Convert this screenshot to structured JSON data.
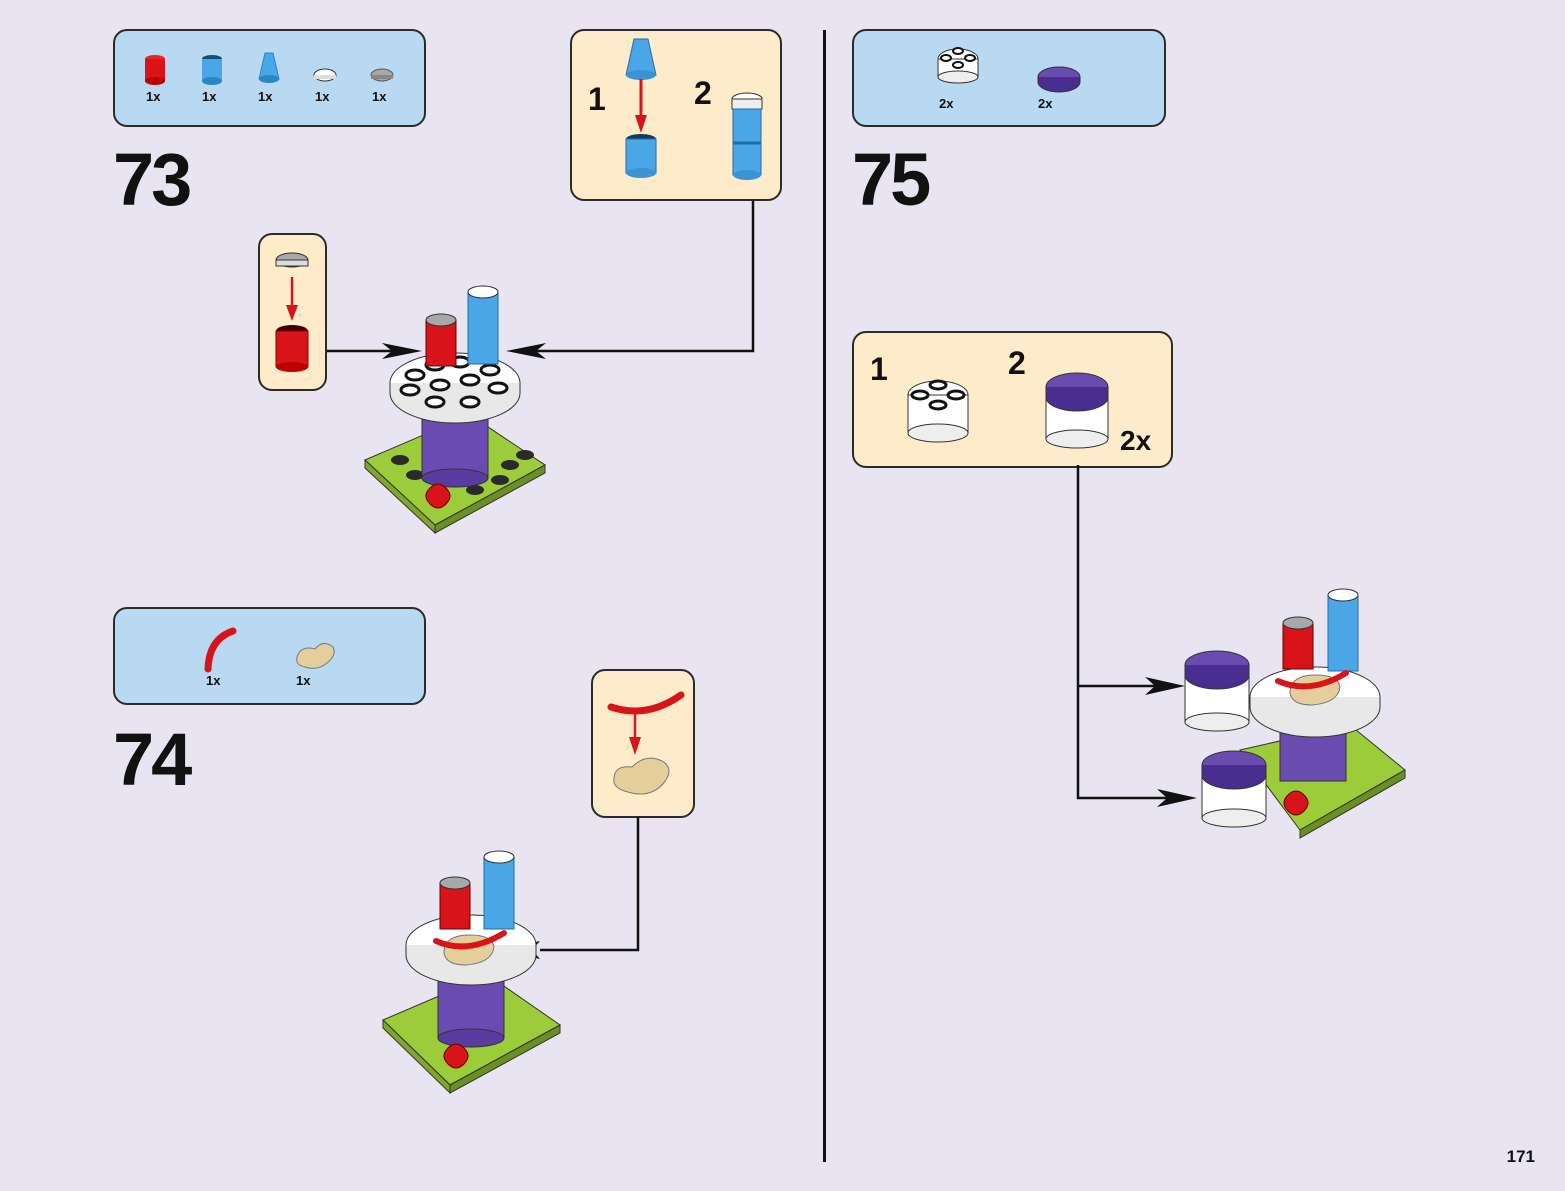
{
  "page": {
    "number": "171"
  },
  "steps": [
    {
      "number": "73",
      "parts": [
        {
          "name": "red-round-brick",
          "qty": "1x",
          "color": "#d8141a"
        },
        {
          "name": "trans-blue-round-brick",
          "qty": "1x",
          "color": "#3a9ee0"
        },
        {
          "name": "trans-blue-cone",
          "qty": "1x",
          "color": "#4aa6e6"
        },
        {
          "name": "white-round-tile",
          "qty": "1x",
          "color": "#ffffff"
        },
        {
          "name": "gray-round-tile",
          "qty": "1x",
          "color": "#a8a8a8"
        }
      ],
      "subassembly": {
        "steps": [
          "1",
          "2"
        ]
      }
    },
    {
      "number": "74",
      "parts": [
        {
          "name": "red-sausage",
          "qty": "1x",
          "color": "#d8141a"
        },
        {
          "name": "tan-hot-dog-bun",
          "qty": "1x",
          "color": "#e4cf9c"
        }
      ]
    },
    {
      "number": "75",
      "parts": [
        {
          "name": "white-round-brick-2x2",
          "qty": "2x",
          "color": "#ffffff"
        },
        {
          "name": "purple-round-tile-2x2",
          "qty": "2x",
          "color": "#6a4bb0"
        }
      ],
      "subassembly": {
        "steps": [
          "1",
          "2"
        ],
        "multiplier": "2x"
      }
    }
  ],
  "colors": {
    "background": "#e9e4f2",
    "parts_panel": "#b9d8f2",
    "sub_panel": "#fdebc9",
    "arrow_red": "#d8141a",
    "lime": "#9ccc3a",
    "purple": "#6a4bb0"
  }
}
